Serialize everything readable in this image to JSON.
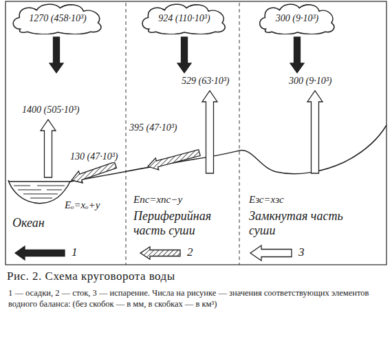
{
  "diagram": {
    "caption": "Рис. 2. Схема круговорота воды",
    "nodes": [
      {
        "text": [
          "1270 (458·10³)"
        ]
      },
      {
        "text": [
          "924 (110·10³)"
        ]
      },
      {
        "text": [
          "300 (9·10³)"
        ]
      }
    ],
    "labels": [
      "1400 (505·10³)",
      "130 (47·10³)",
      "529 (63·10³)",
      "395 (47·10³)",
      "300 (9·10³)",
      "Eₒ=xₒ+y",
      "Eпс=xпс−y",
      "Eзс=xзс",
      "Океан",
      "Периферийная часть суши",
      "Замкнутая часть суши",
      "1 — осадки, 2 — сток, 3 — испарение. Числа на рисунке — значения соответствующих элементов водного баланса: (без скобок — в мм, в скобках — в км³)"
    ],
    "legend": [
      {
        "text": "1"
      },
      {
        "text": "2"
      },
      {
        "text": "3"
      }
    ]
  }
}
